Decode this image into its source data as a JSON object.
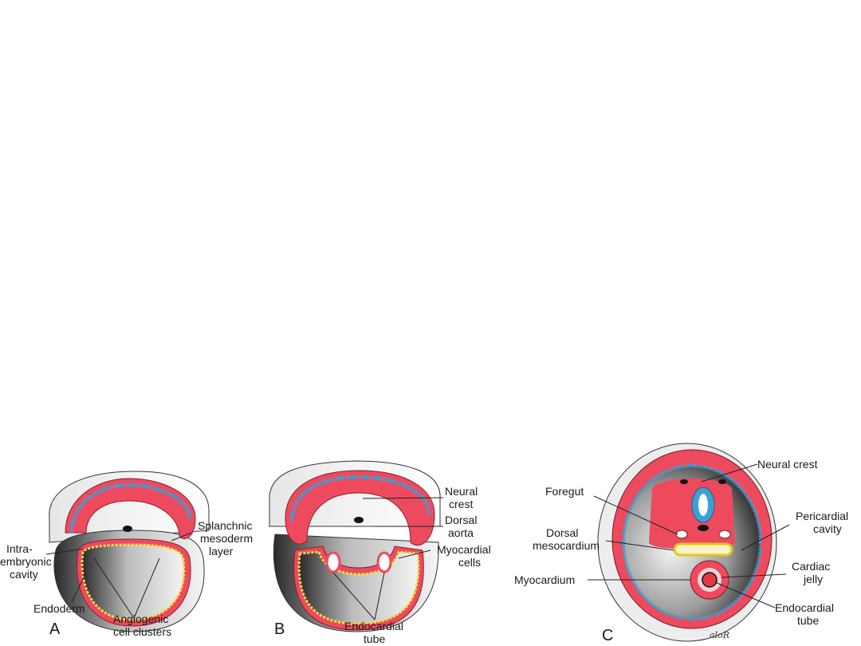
{
  "panels": {
    "a": {
      "letter": "A",
      "labels": {
        "intra_line1": "Intra-",
        "intra_line2": "embryonic",
        "intra_line3": "cavity",
        "splanch_line1": "Splanchnic",
        "splanch_line2": "mesoderm",
        "splanch_line3": "layer",
        "endoderm": "Endoderm",
        "angio_line1": "Angiogenic",
        "angio_line2": "cell clusters"
      }
    },
    "b": {
      "letter": "B",
      "labels": {
        "neural_line1": "Neural",
        "neural_line2": "crest",
        "dorsal_line1": "Dorsal",
        "dorsal_line2": "aorta",
        "myo_line1": "Myocardial",
        "myo_line2": "cells",
        "endo_line1": "Endocardial",
        "endo_line2": "tube"
      }
    },
    "c": {
      "letter": "C",
      "signature": "aloR",
      "labels": {
        "neural_crest": "Neural crest",
        "foregut": "Foregut",
        "pericardial_line1": "Pericardial",
        "pericardial_line2": "cavity",
        "dorsal_meso_line1": "Dorsal",
        "dorsal_meso_line2": "mesocardium",
        "cardiac_line1": "Cardiac",
        "cardiac_line2": "jelly",
        "myocardium": "Myocardium",
        "endocardial_line1": "Endocardial",
        "endocardial_line2": "tube"
      }
    }
  },
  "colors": {
    "mesoderm": "#ee4a5e",
    "ectoderm": "#3d9fd4",
    "endoderm": "#f2e23a",
    "shading": "#1c1c1c"
  }
}
